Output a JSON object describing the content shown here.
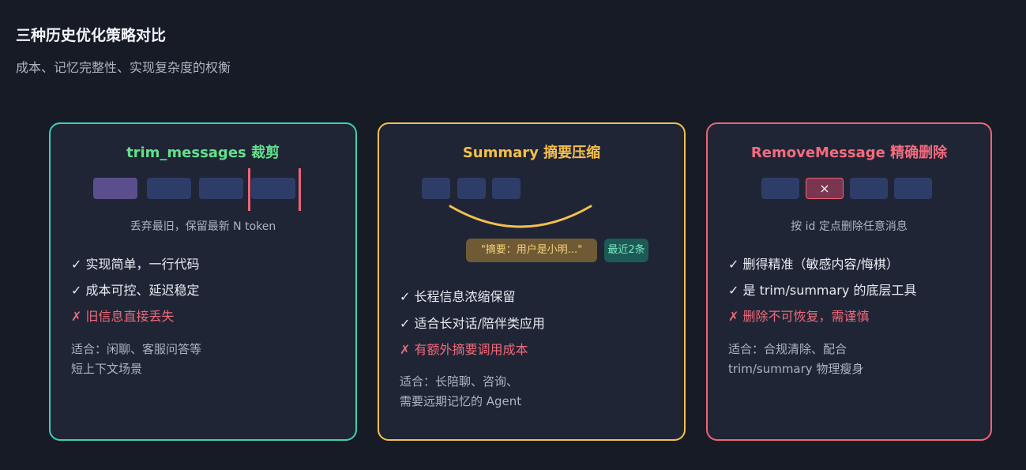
{
  "header": {
    "title": "三种历史优化策略对比",
    "subtitle": "成本、记忆完整性、实现复杂度的权衡"
  },
  "colors": {
    "trim": "#3ecfb2",
    "summary": "#f2c14e",
    "remove": "#ef6478",
    "trim_title": "#62e08a",
    "summary_title": "#f5c04a",
    "remove_title": "#f56b7e"
  },
  "cards": [
    {
      "title": "trim_messages 裁剪",
      "caption": "丢弃最旧，保留最新 N token",
      "items": [
        "✓ 实现简单，一行代码",
        "✓ 成本可控、延迟稳定",
        "✗ 旧信息直接丢失"
      ],
      "note_lines": [
        "适合：闲聊、客服问答等",
        "短上下文场景"
      ]
    },
    {
      "title": "Summary 摘要压缩",
      "summary_chip": "\"摘要：用户是小明...\"",
      "recent_chip": "最近2条",
      "items": [
        "✓ 长程信息浓缩保留",
        "✓ 适合长对话/陪伴类应用",
        "✗ 有额外摘要调用成本"
      ],
      "note_lines": [
        "适合：长陪聊、咨询、",
        "需要远期记忆的 Agent"
      ]
    },
    {
      "title": "RemoveMessage 精确删除",
      "delete_mark": "×",
      "caption": "按 id 定点删除任意消息",
      "items": [
        "✓ 删得精准（敏感内容/悔棋）",
        "✓ 是 trim/summary 的底层工具",
        "✗ 删除不可恢复，需谨慎"
      ],
      "note_lines": [
        "适合：合规清除、配合",
        "trim/summary 物理瘦身"
      ]
    }
  ]
}
